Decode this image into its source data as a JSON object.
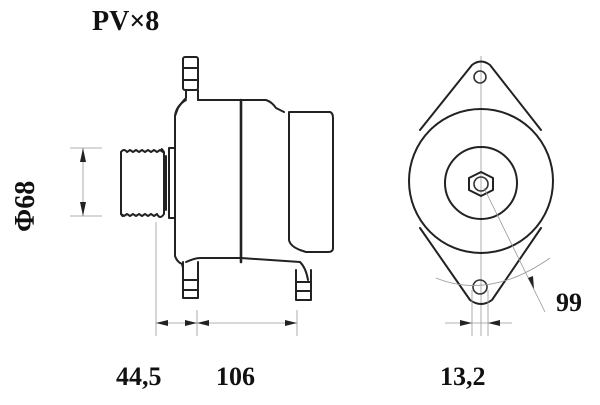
{
  "drawing": {
    "subject": "alternator dimension drawing",
    "views": [
      "side-view",
      "front-view"
    ]
  },
  "labels": {
    "pulley_spec": "PV×8",
    "pulley_diameter": "Φ68",
    "pulley_offset": "44,5",
    "body_length": "106",
    "mount_hole": "13,2",
    "mount_radius": "99"
  },
  "colors": {
    "line": "#222222",
    "dimension_line": "#999999",
    "background": "#ffffff"
  }
}
